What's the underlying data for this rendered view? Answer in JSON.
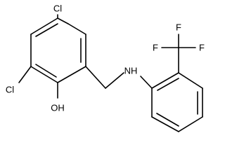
{
  "molecule": {
    "atoms": {
      "cl_top": "Cl",
      "cl_left": "Cl",
      "oh": "OH",
      "nh": "NH",
      "f_left": "F",
      "f_top": "F",
      "f_right": "F"
    }
  }
}
